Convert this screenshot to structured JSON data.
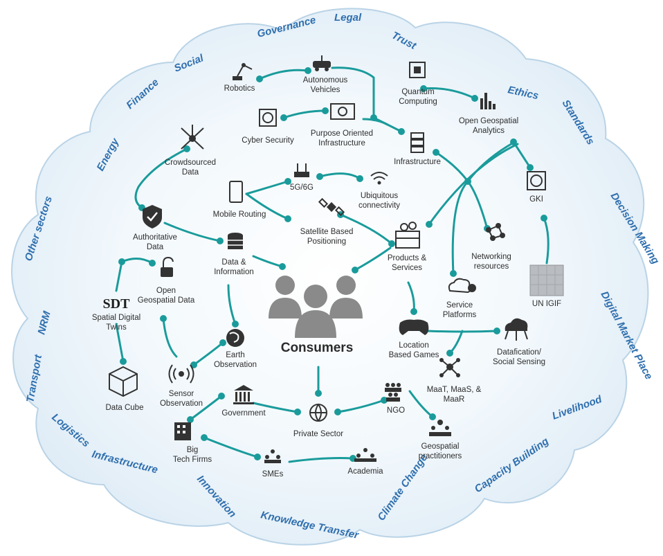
{
  "colors": {
    "edge": "#1a9b9b",
    "ring_text": "#2f6fae",
    "cloud_fill": "#e6f1f8",
    "cloud_stroke": "#b9d3e6",
    "icon": "#333333",
    "consumers_icon": "#8a8a8a"
  },
  "ring_labels": [
    "Governance",
    "Legal",
    "Trust",
    "Ethics",
    "Standards",
    "Decision Making",
    "Digital Market Place",
    "Livelihood",
    "Capacity Building",
    "Climate Change",
    "Knowledge Transfer",
    "Innovation",
    "Infrastructure",
    "Logistics",
    "Transport",
    "NRM",
    "Other sectors",
    "Energy",
    "Finance",
    "Social"
  ],
  "nodes": {
    "robotics": [
      "Robotics"
    ],
    "autonomous_vehicles": [
      "Autonomous",
      "Vehicles"
    ],
    "quantum_computing": [
      "Quantum",
      "Computing"
    ],
    "open_geospatial_analytics": [
      "Open Geospatial",
      "Analytics"
    ],
    "cyber_security": [
      "Cyber Security"
    ],
    "purpose_oriented_infrastructure": [
      "Purpose Oriented",
      "Infrastructure"
    ],
    "infrastructure": [
      "Infrastructure"
    ],
    "crowdsourced_data": [
      "Crowdsourced",
      "Data"
    ],
    "mobile_routing": [
      "Mobile Routing"
    ],
    "5g6g": [
      "5G/6G"
    ],
    "ubiquitous_connectivity": [
      "Ubiquitous",
      "connectivity"
    ],
    "satellite_positioning": [
      "Satellite Based",
      "Positioning"
    ],
    "gki": [
      "GKI"
    ],
    "authoritative_data": [
      "Authoritative",
      "Data"
    ],
    "data_information": [
      "Data &",
      "Information"
    ],
    "products_services": [
      "Products &",
      "Services"
    ],
    "networking_resources": [
      "Networking",
      "resources"
    ],
    "open_geospatial_data": [
      "Open",
      "Geospatial Data"
    ],
    "spatial_digital_twins": [
      "Spatial Digital",
      "Twins"
    ],
    "service_platforms": [
      "Service",
      "Platforms"
    ],
    "un_igif": [
      "UN IGIF"
    ],
    "consumers": [
      "Consumers"
    ],
    "earth_observation": [
      "Earth",
      "Observation"
    ],
    "location_based_games": [
      "Location",
      "Based Games"
    ],
    "datafication": [
      "Datafication/",
      "Social Sensing"
    ],
    "sensor_observation": [
      "Sensor",
      "Observation"
    ],
    "data_cube": [
      "Data Cube"
    ],
    "maat": [
      "MaaT, MaaS, &",
      "MaaR"
    ],
    "government": [
      "Government"
    ],
    "ngo": [
      "NGO"
    ],
    "private_sector": [
      "Private Sector"
    ],
    "big_tech": [
      "Big",
      "Tech Firms"
    ],
    "geospatial_practitioners": [
      "Geospatial",
      "practitioners"
    ],
    "smes": [
      "SMEs"
    ],
    "academia": [
      "Academia"
    ]
  },
  "sdt_mark": "SDT"
}
